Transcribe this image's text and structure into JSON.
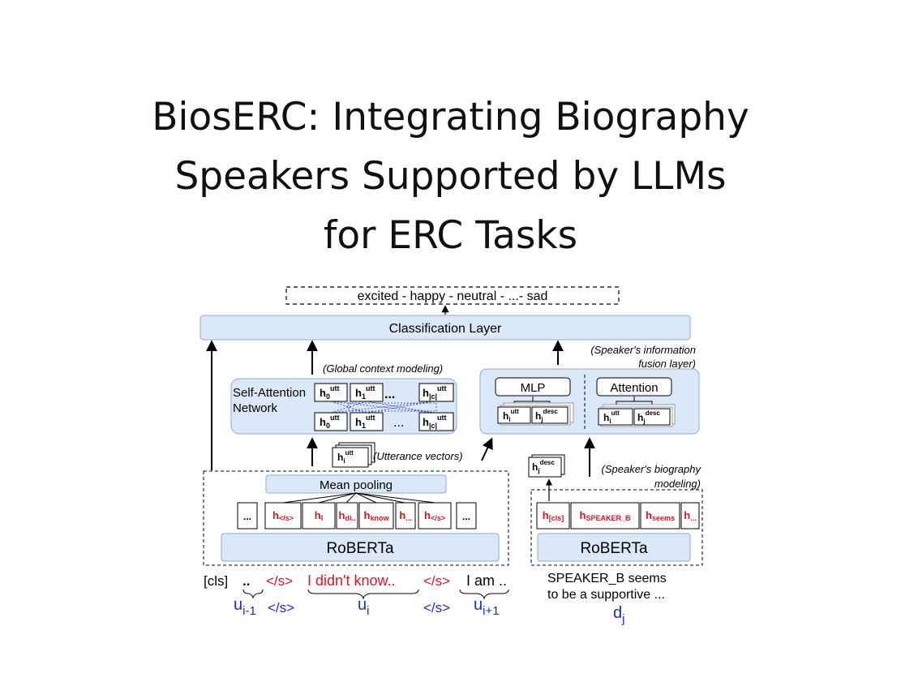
{
  "slide": {
    "title_lines": [
      "BiosERC: Integrating Biography",
      "Speakers Supported by LLMs",
      "for ERC Tasks"
    ]
  },
  "diagram": {
    "output_labels": "excited - happy - neutral - ...- sad",
    "classification_layer": "Classification Layer",
    "global_context_note": "(Global context modeling)",
    "speaker_fusion_note": [
      "(Speaker's information",
      "fusion layer)"
    ],
    "self_attention": [
      "Self-Attention",
      "Network"
    ],
    "mlp": "MLP",
    "attention": "Attention",
    "utterance_vectors_note": "(Utterance vectors)",
    "speaker_bio_note": [
      "(Speaker's biography",
      "modeling)"
    ],
    "mean_pooling": "Mean pooling",
    "roberta_left": "RoBERTa",
    "roberta_right": "RoBERTa",
    "ellipsis": "...",
    "dots": "..",
    "h": "h",
    "u": "u",
    "d": "d",
    "sup_utt": "utt",
    "sup_desc": "desc",
    "sub_0": "0",
    "sub_1": "1",
    "sub_c": "|c|",
    "sub_i": "i",
    "sub_j": "j",
    "sub_im1": "i-1",
    "sub_ip1": "i+1",
    "token_subs_left": [
      "</s>",
      "I",
      "di..",
      "know",
      "...",
      "</s>"
    ],
    "token_subs_right": [
      "[cls]",
      "SPEAKER_B",
      "seems",
      "..."
    ],
    "input_cls": "[cls]",
    "input_sep": "</s>",
    "input_ui": "I didn't know..",
    "input_next": "I am ..",
    "speaker_desc": [
      "SPEAKER_B seems",
      "to be a supportive ..."
    ],
    "colors": {
      "box_fill": "#dbe8f8",
      "box_stroke": "#8eaacb",
      "red": "#e0141a",
      "blue": "#1a2fc8"
    }
  }
}
